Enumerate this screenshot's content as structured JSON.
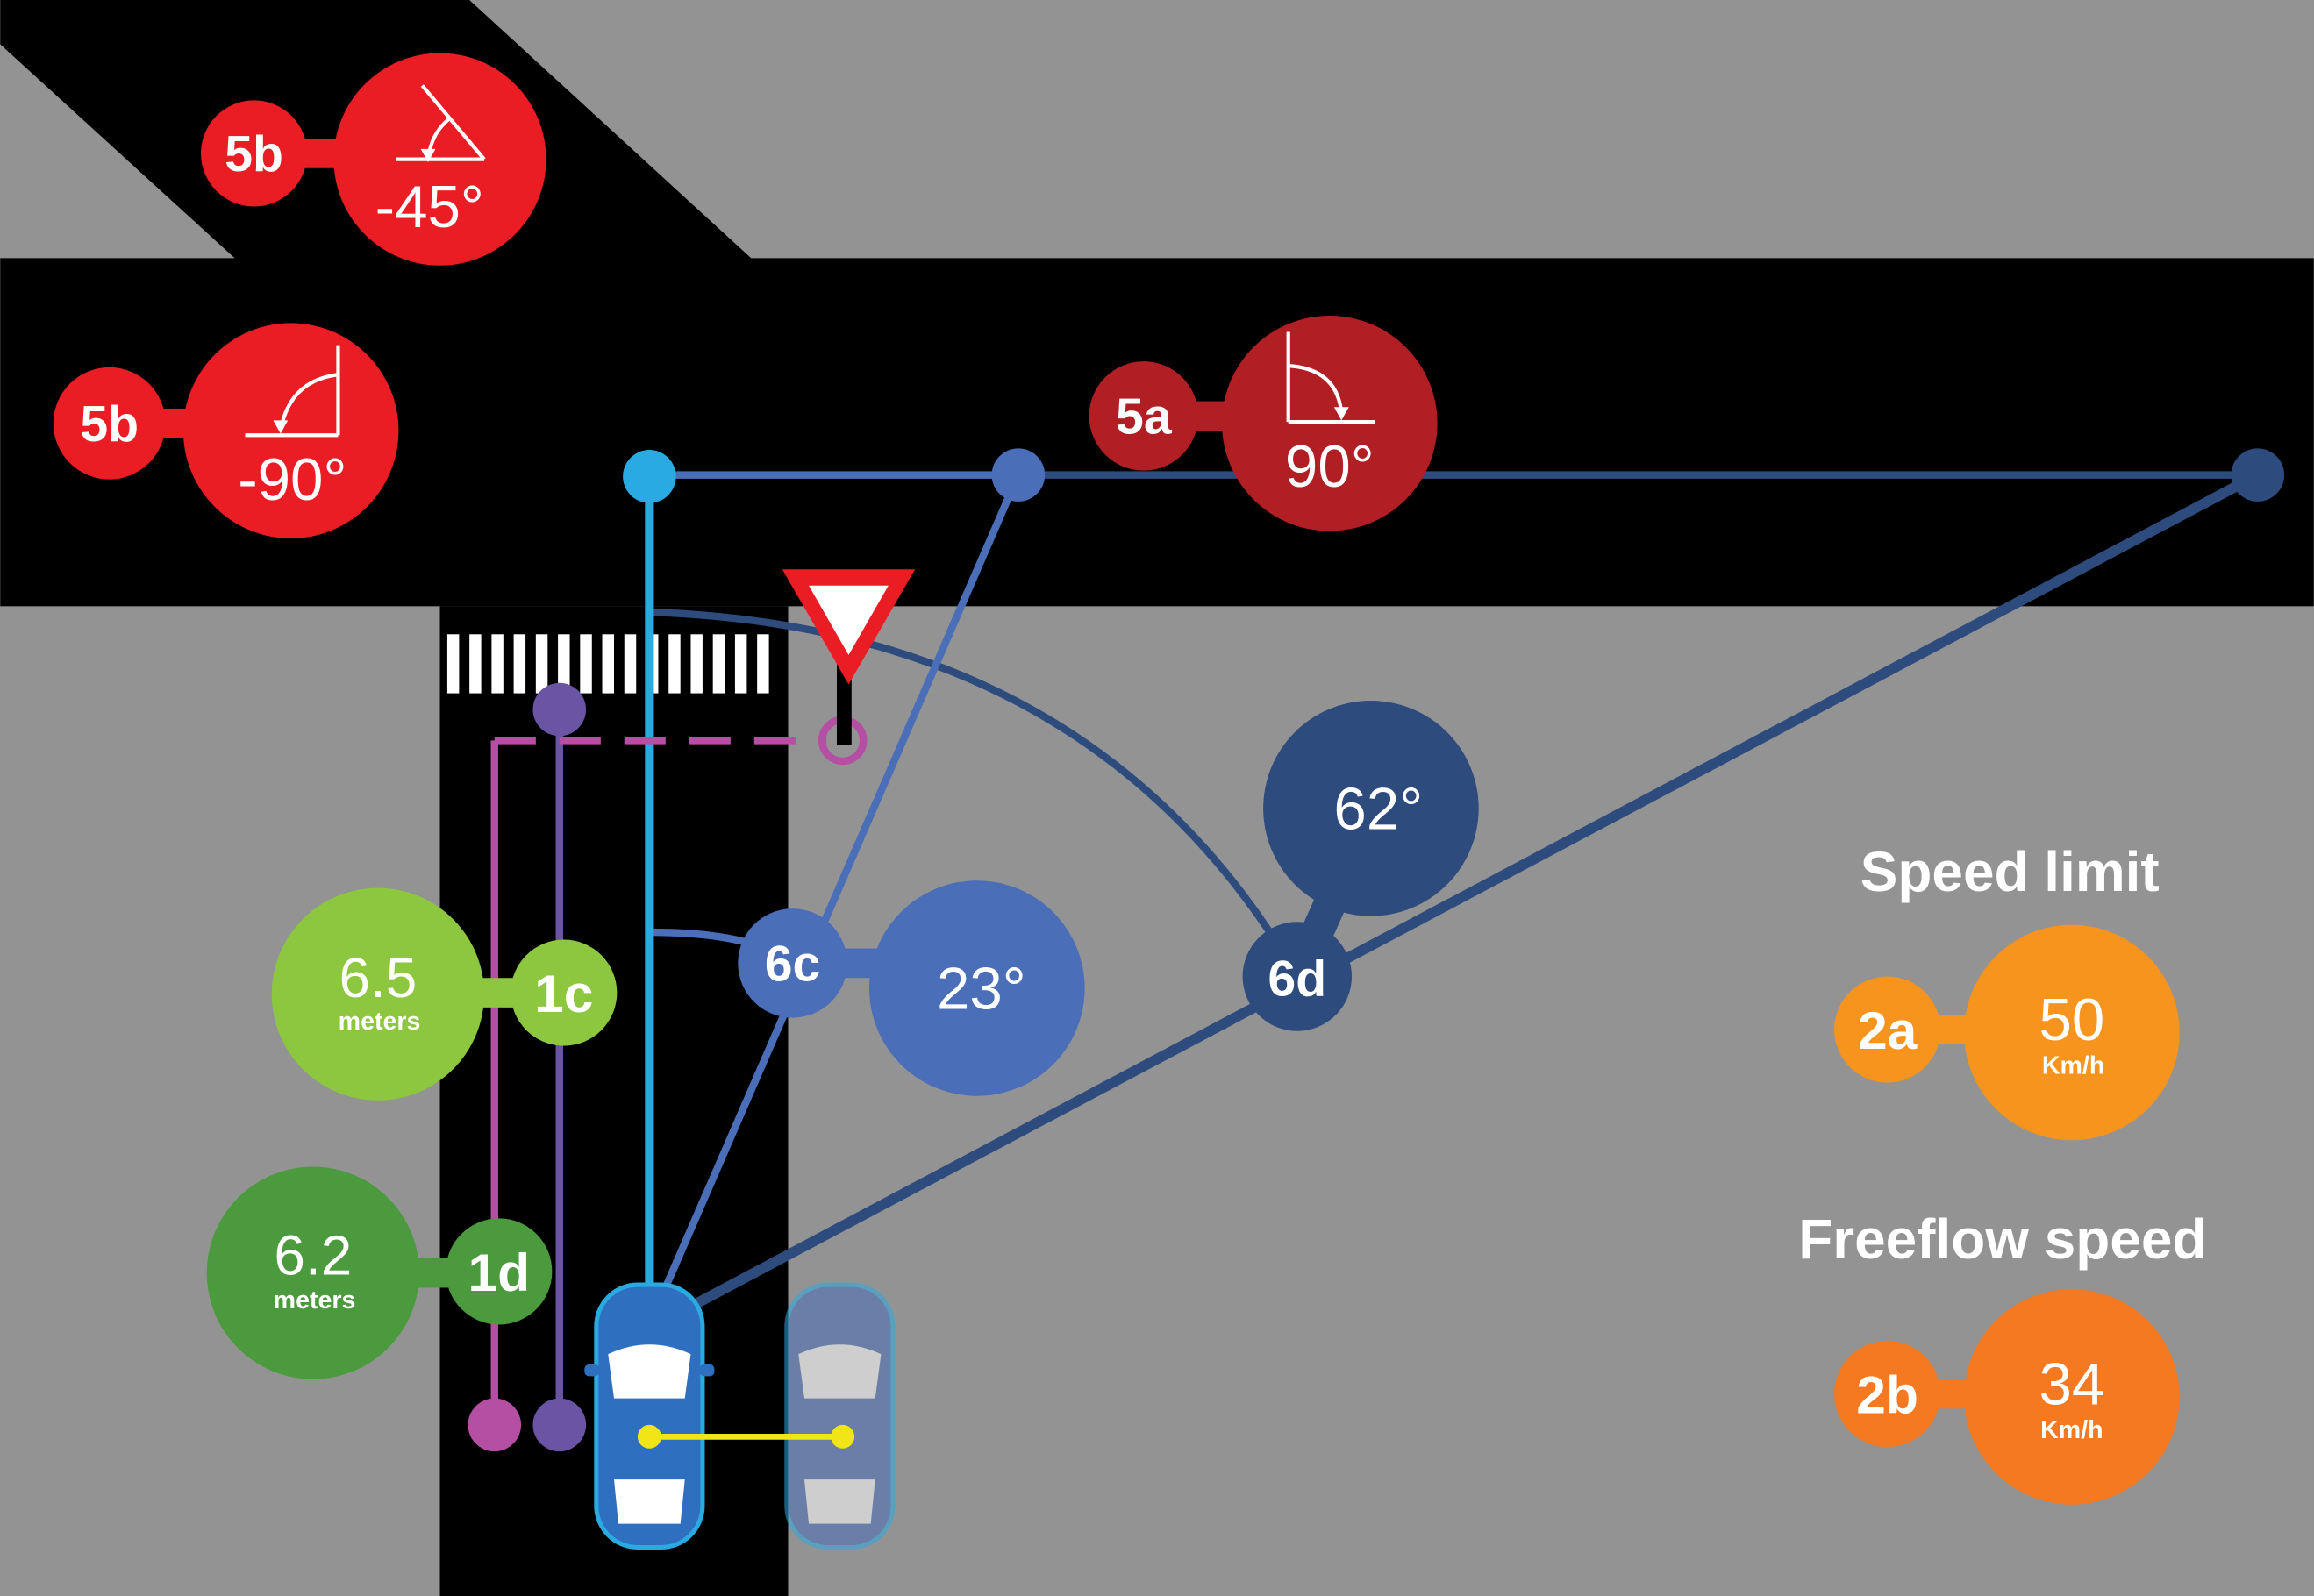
{
  "labels": {
    "b5_top": "5b",
    "b5_left": "5b",
    "a5": "5a",
    "c1": "1c",
    "d1": "1d",
    "c6": "6c",
    "d6": "6d",
    "a2": "2a",
    "b2": "2b"
  },
  "values": {
    "angle_5b_top": "-45°",
    "angle_5b_left": "-90°",
    "angle_5a": "90°",
    "dist_1c": "6.5",
    "dist_1c_unit": "meters",
    "dist_1d": "6.2",
    "dist_1d_unit": "meters",
    "angle_6c": "23°",
    "angle_6d": "62°",
    "speed_2a": "50",
    "speed_2a_unit": "Km/h",
    "speed_2b": "34",
    "speed_2b_unit": "Km/h"
  },
  "headings": {
    "speed_limit": "Speed limit",
    "freeflow_speed": "Freeflow speed"
  },
  "colors": {
    "ground": "#939393",
    "road": "#000000",
    "red": "#ea1d25",
    "dark_red": "#b11f24",
    "light_green": "#8dc63f",
    "green": "#4b9a3e",
    "purple": "#6a55a4",
    "magenta": "#b44fa3",
    "cyan": "#29abe2",
    "blue": "#4a6eb8",
    "navy": "#2e4b7d",
    "orange_light": "#f7941d",
    "orange": "#f47920",
    "yellow": "#f0e516"
  }
}
